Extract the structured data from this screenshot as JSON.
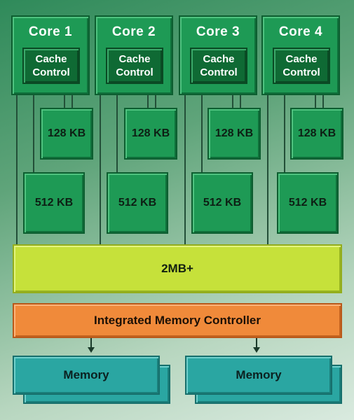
{
  "diagram": {
    "cores": [
      {
        "title": "Core 1",
        "cache_control": "Cache Control"
      },
      {
        "title": "Core 2",
        "cache_control": "Cache Control"
      },
      {
        "title": "Core 3",
        "cache_control": "Cache Control"
      },
      {
        "title": "Core 4",
        "cache_control": "Cache Control"
      }
    ],
    "l2_caches": [
      "128 KB",
      "128 KB",
      "128 KB",
      "128 KB"
    ],
    "l3_caches": [
      "512 KB",
      "512 KB",
      "512 KB",
      "512 KB"
    ],
    "shared_cache": "2MB+",
    "memory_controller": "Integrated Memory Controller",
    "memory_modules": [
      "Memory",
      "Memory"
    ],
    "colors": {
      "core": "#1e9a55",
      "cache_control": "#0f6a34",
      "shared_cache": "#c6e13a",
      "memory_controller": "#f08a3a",
      "memory": "#2aa6a2"
    }
  }
}
